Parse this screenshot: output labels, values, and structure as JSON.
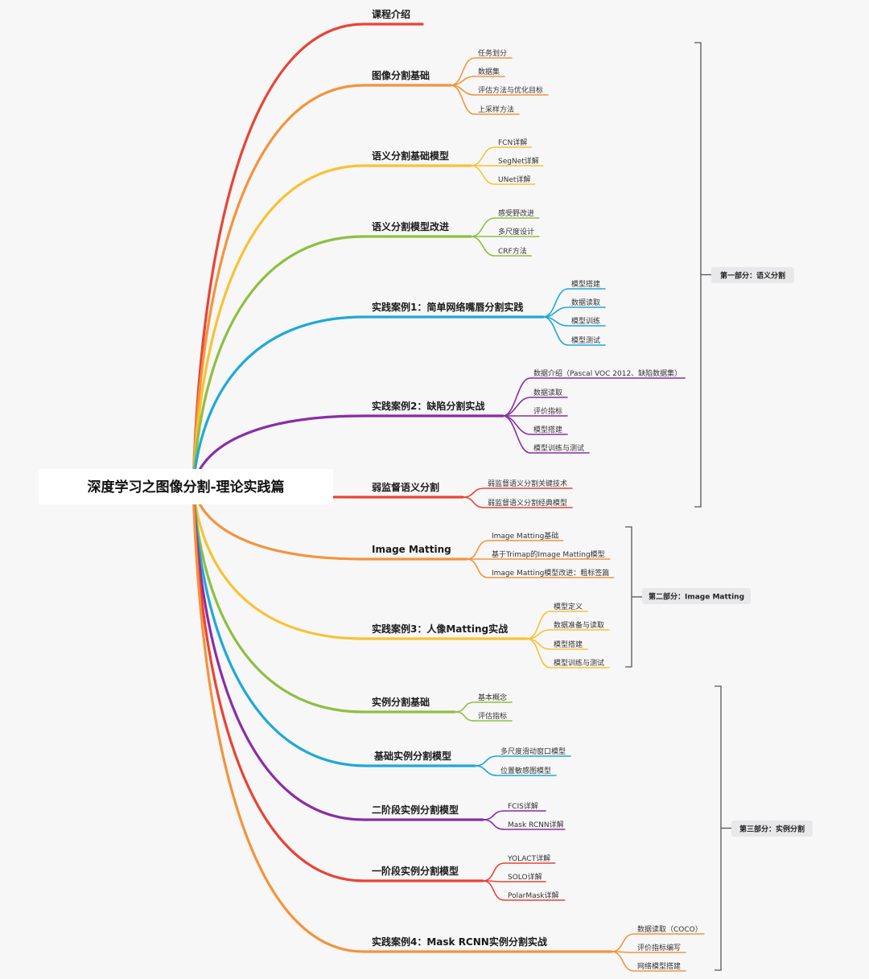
{
  "colors": {
    "red": "#ea4335",
    "orange": "#f5933a",
    "yellow": "#f8c234",
    "green": "#8fbf40",
    "blue": "#1fa8d8",
    "purple": "#8a2ca6",
    "bracket": "#555555",
    "root_bg": "#ffffff",
    "group_bg": "#e8e8ea",
    "background": "#f7f7f8"
  },
  "root": {
    "label": "深度学习之图像分割-理论实践篇"
  },
  "branches": [
    {
      "label": "课程介绍",
      "color": "red",
      "leaves": []
    },
    {
      "label": "图像分割基础",
      "color": "orange",
      "leaves": [
        "任务划分",
        "数据集",
        "评估方法与优化目标",
        "上采样方法"
      ]
    },
    {
      "label": "语义分割基础模型",
      "color": "yellow",
      "leaves": [
        "FCN详解",
        "SegNet详解",
        "UNet详解"
      ]
    },
    {
      "label": "语义分割模型改进",
      "color": "green",
      "leaves": [
        "感受野改进",
        "多尺度设计",
        "CRF方法"
      ]
    },
    {
      "label": "实践案例1：简单网络嘴唇分割实践",
      "color": "blue",
      "leaves": [
        "模型搭建",
        "数据读取",
        "模型训练",
        "模型测试"
      ]
    },
    {
      "label": "实践案例2：缺陷分割实战",
      "color": "purple",
      "leaves": [
        "数据介绍（Pascal VOC 2012、缺陷数据集）",
        "数据读取",
        "评价指标",
        "模型搭建",
        "模型训练与测试"
      ]
    },
    {
      "label": "弱监督语义分割",
      "color": "red",
      "leaves": [
        "弱监督语义分割关键技术",
        "弱监督语义分割经典模型"
      ]
    },
    {
      "label": "Image Matting",
      "color": "orange",
      "leaves": [
        "Image Matting基础",
        "基于Trimap的Image Matting模型",
        "Image Matting模型改进：粗标签篇"
      ]
    },
    {
      "label": "实践案例3：人像Matting实战",
      "color": "yellow",
      "leaves": [
        "模型定义",
        "数据准备与读取",
        "模型搭建",
        "模型训练与测试"
      ]
    },
    {
      "label": "实例分割基础",
      "color": "green",
      "leaves": [
        "基本概念",
        "评估指标"
      ]
    },
    {
      "label": "基础实例分割模型",
      "color": "blue",
      "leaves": [
        "多尺度滑动窗口模型",
        "位置敏感图模型"
      ]
    },
    {
      "label": "二阶段实例分割模型",
      "color": "purple",
      "leaves": [
        "FCIS详解",
        "Mask RCNN详解"
      ]
    },
    {
      "label": "一阶段实例分割模型",
      "color": "red",
      "leaves": [
        "YOLACT详解",
        "SOLO详解",
        "PolarMask详解"
      ]
    },
    {
      "label": "实践案例4：Mask RCNN实例分割实战",
      "color": "orange",
      "leaves": [
        "数据读取（COCO）",
        "评价指标编写",
        "网络模型搭建"
      ]
    }
  ],
  "groups": [
    {
      "label": "第一部分：语义分割"
    },
    {
      "label": "第二部分：Image Matting"
    },
    {
      "label": "第三部分：实例分割"
    }
  ]
}
